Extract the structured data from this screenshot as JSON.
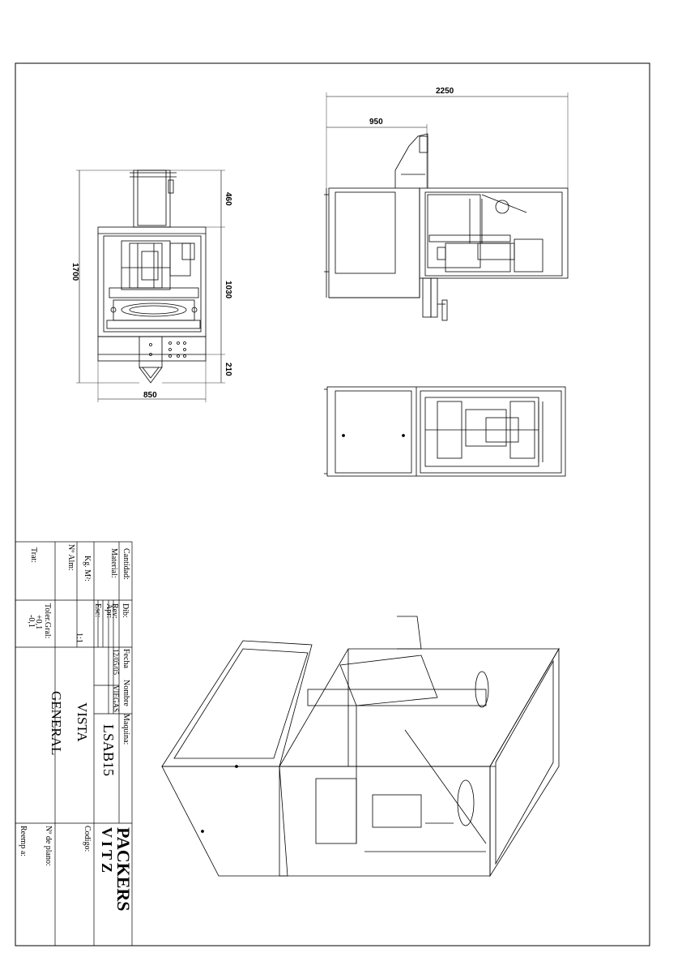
{
  "dimensions": {
    "front_width": "850",
    "front_height": "1700",
    "front_top": "460",
    "front_mid": "1030",
    "front_bottom": "210",
    "side_total": "2250",
    "side_partial": "950"
  },
  "title_block": {
    "cantidad_label": "Cantidad:",
    "material_label": "Material:",
    "kg_label": "Kg. M²:",
    "n_alm_label": "Nº Alm:",
    "trat_label": "Trat:",
    "dib_label": "Dib:",
    "rev_label": "Rev:",
    "apr_label": "Apr:",
    "esc_label": "Esc:",
    "esc_value": "1:1",
    "toler_label": "Toler.Gral:",
    "toler_plus": "+0,1",
    "toler_minus": "-0,1",
    "fecha_label": "Fecha",
    "fecha_value": "12/05/05",
    "nombre_label": "Nombre",
    "nombre_value": "VIEGAS",
    "maquina_label": "Maquina:",
    "maquina_value": "LSAB15",
    "title_line1": "VISTA",
    "title_line2": "GENERAL",
    "codigo_label": "Codigo:",
    "plano_label": "Nº de plano:",
    "reemp_label": "Reemp a:",
    "logo_line1": "PACKERS",
    "logo_line2": "VITZ"
  },
  "colors": {
    "ink": "#000000",
    "paper": "#ffffff"
  }
}
